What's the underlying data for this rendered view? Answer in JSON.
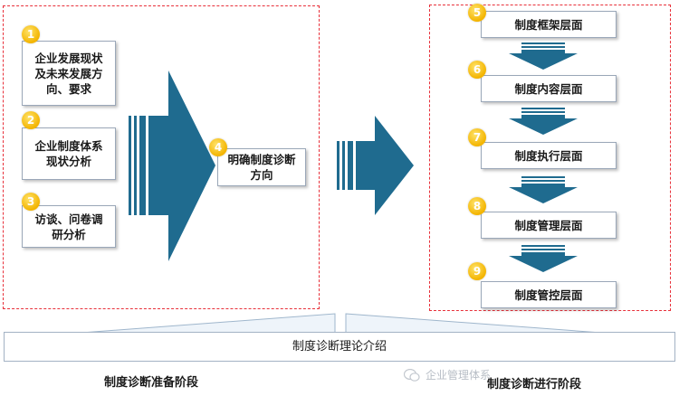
{
  "colors": {
    "arrow": "#1f6b8f",
    "dashed_border": "#e8303a",
    "badge": "#f3b400",
    "box_border": "#9aa7b8"
  },
  "prep_stage": {
    "inputs": [
      {
        "number": "1",
        "text": "企业发展现状及未来发展方向、要求"
      },
      {
        "number": "2",
        "text": "企业制度体系现状分析"
      },
      {
        "number": "3",
        "text": "访谈、问卷调研分析"
      }
    ],
    "result": {
      "number": "4",
      "text": "明确制度诊断方向"
    },
    "label": "制度诊断准备阶段"
  },
  "exec_stage": {
    "levels": [
      {
        "number": "5",
        "text": "制度框架层面"
      },
      {
        "number": "6",
        "text": "制度内容层面"
      },
      {
        "number": "7",
        "text": "制度执行层面"
      },
      {
        "number": "8",
        "text": "制度管理层面"
      },
      {
        "number": "9",
        "text": "制度管控层面"
      }
    ],
    "label": "制度诊断进行阶段"
  },
  "base_box": {
    "text": "制度诊断理论介绍"
  },
  "watermark": {
    "text": "企业管理体系"
  }
}
